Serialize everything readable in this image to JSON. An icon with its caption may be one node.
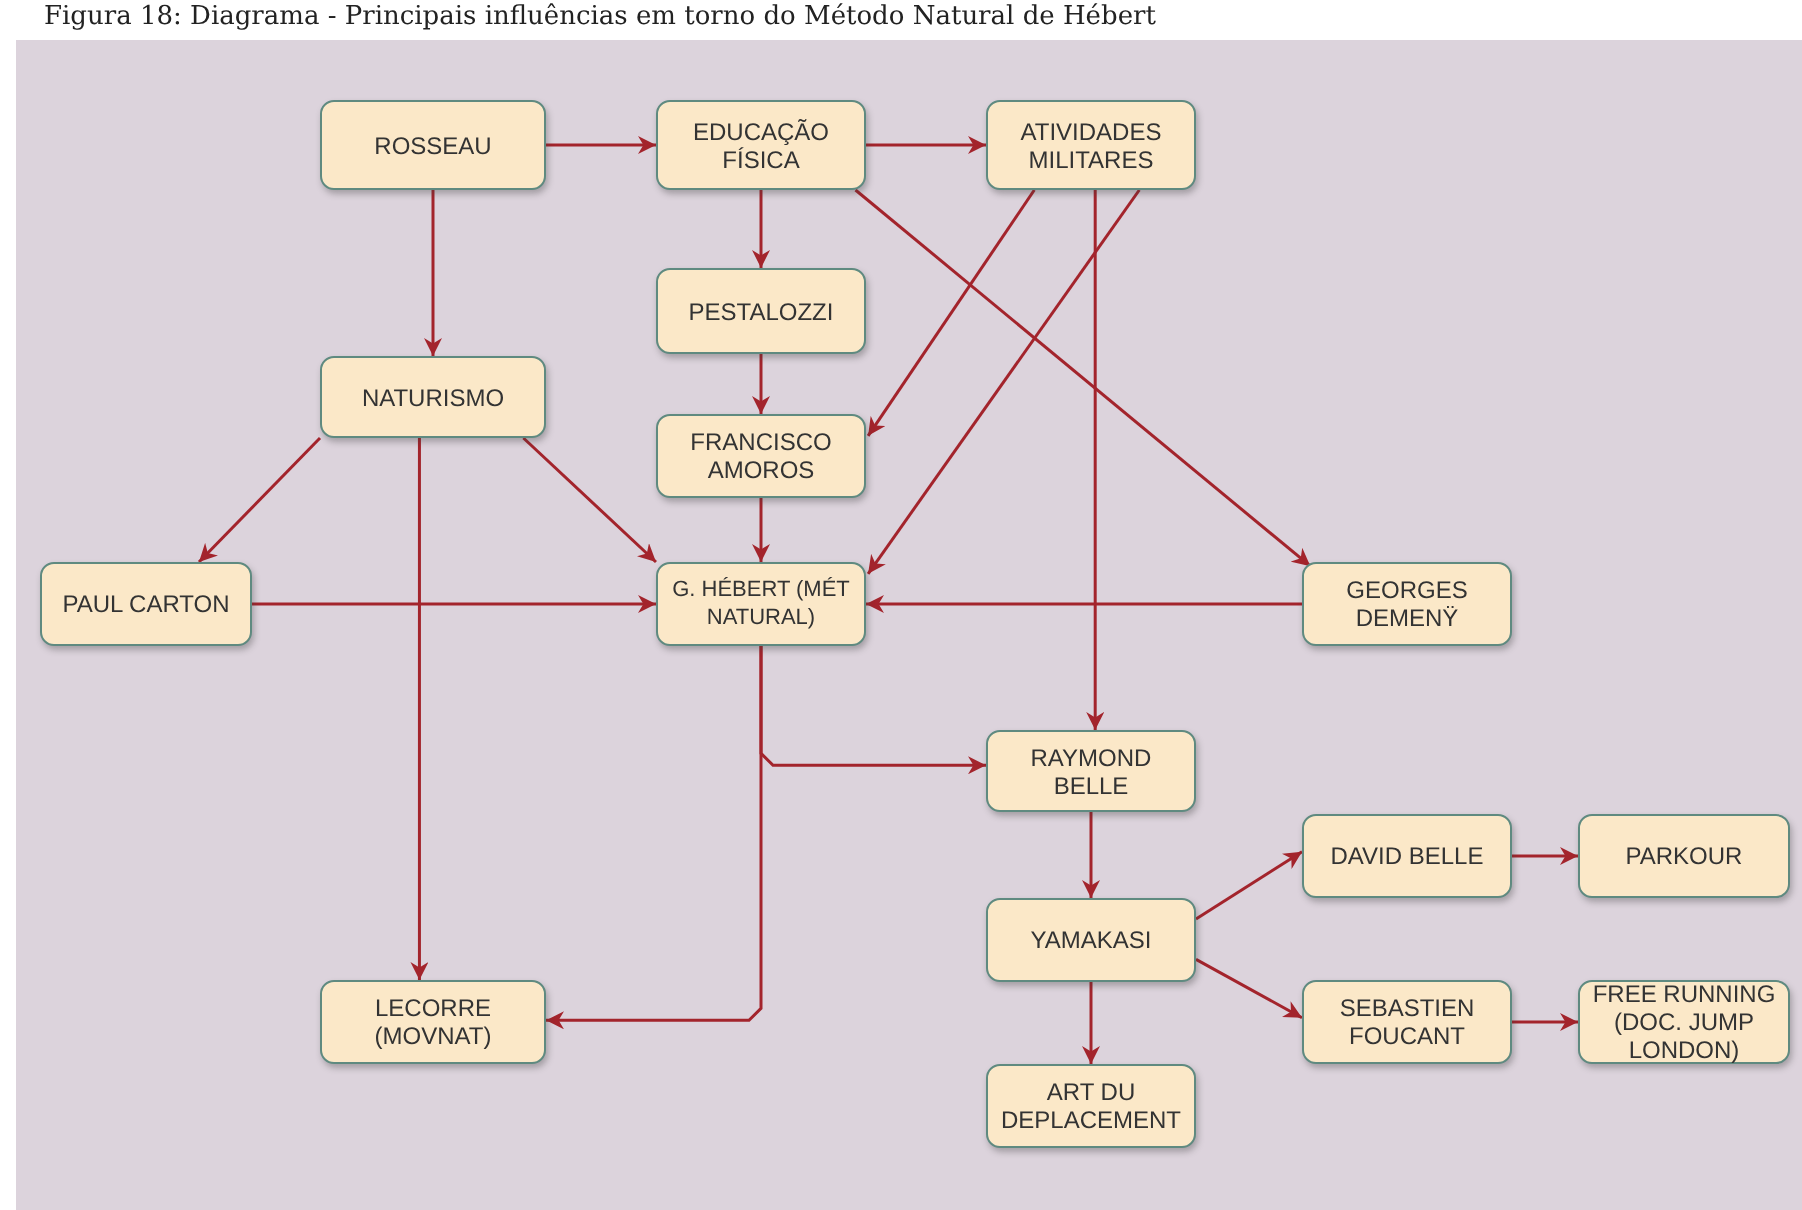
{
  "diagram": {
    "title": "Figura 18: Diagrama - Principais influências em torno do Método Natural de Hébert",
    "nodes": [
      {
        "text": [
          "ROSSEAU"
        ]
      },
      {
        "text": [
          "EDUCAÇÃO FÍSICA"
        ]
      },
      {
        "text": [
          "ATIVIDADES MILITARES"
        ]
      },
      {
        "text": [
          "PESTALOZZI"
        ]
      },
      {
        "text": [
          "NATURISMO"
        ]
      },
      {
        "text": [
          "FRANCISCO AMOROS"
        ]
      },
      {
        "text": [
          "PAUL CARTON"
        ]
      },
      {
        "text": [
          "G. HÉBERT (MÉT NATURAL)"
        ]
      },
      {
        "text": [
          "GEORGES DEMENŸ"
        ]
      },
      {
        "text": [
          "RAYMOND BELLE"
        ]
      },
      {
        "text": [
          "DAVID BELLE"
        ]
      },
      {
        "text": [
          "PARKOUR"
        ]
      },
      {
        "text": [
          "YAMAKASI"
        ]
      },
      {
        "text": [
          "SEBASTIEN FOUCANT"
        ]
      },
      {
        "text": [
          "FREE RUNNING (DOC. JUMP LONDON)"
        ]
      },
      {
        "text": [
          "LECORRE (MOVNAT)"
        ]
      },
      {
        "text": [
          "ART DU DEPLACEMENT"
        ]
      }
    ],
    "edges": [
      {
        "from": 0,
        "to": 1,
        "arrow": "to"
      },
      {
        "from": 1,
        "to": 2,
        "arrow": "to"
      },
      {
        "from": 0,
        "to": 4,
        "arrow": "to"
      },
      {
        "from": 1,
        "to": 3,
        "arrow": "to"
      },
      {
        "from": 1,
        "to": 8,
        "arrow": "to"
      },
      {
        "from": 2,
        "to": 5,
        "arrow": "to"
      },
      {
        "from": 2,
        "to": 7,
        "arrow": "to"
      },
      {
        "from": 2,
        "to": 9,
        "arrow": "to"
      },
      {
        "from": 3,
        "to": 5,
        "arrow": "to"
      },
      {
        "from": 4,
        "to": 6,
        "arrow": "to"
      },
      {
        "from": 4,
        "to": 7,
        "arrow": "to"
      },
      {
        "from": 4,
        "to": 15,
        "arrow": "to"
      },
      {
        "from": 5,
        "to": 7,
        "arrow": "to"
      },
      {
        "from": 6,
        "to": 7,
        "arrow": "to"
      },
      {
        "from": 8,
        "to": 7,
        "arrow": "to"
      },
      {
        "from": 7,
        "to": 9,
        "arrow": "to"
      },
      {
        "from": 7,
        "to": 15,
        "arrow": "to"
      },
      {
        "from": 9,
        "to": 12,
        "arrow": "to"
      },
      {
        "from": 12,
        "to": 10,
        "arrow": "to"
      },
      {
        "from": 12,
        "to": 13,
        "arrow": "to"
      },
      {
        "from": 12,
        "to": 16,
        "arrow": "to"
      },
      {
        "from": 10,
        "to": 11,
        "arrow": "to"
      },
      {
        "from": 13,
        "to": 14,
        "arrow": "to"
      }
    ]
  }
}
